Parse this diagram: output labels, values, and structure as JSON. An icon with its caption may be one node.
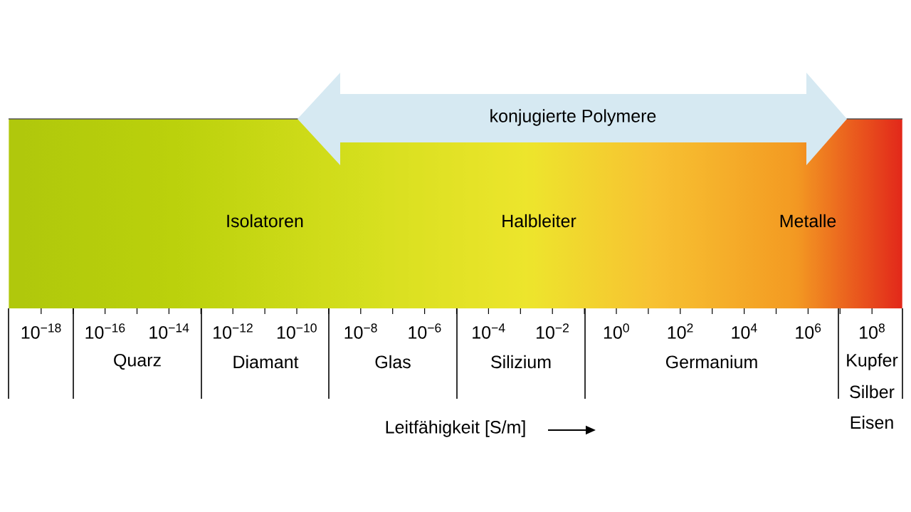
{
  "diagram": {
    "nodes": [
      {
        "text": [
          "Isolatoren",
          "Halbleiter",
          "Metalle"
        ]
      },
      {
        "text": [
          "konjugierte Polymere"
        ]
      }
    ],
    "labels": [
      "10$^{−18}$",
      "10$^{−16}$",
      "10$^{−14}$",
      "10$^{−12}$",
      "10$^{−10}$",
      "10$^{−8}$",
      "10$^{−6}$",
      "10$^{−4}$",
      "10$^{−2}$",
      "10$^{0}$",
      "10$^{2}$",
      "10$^{4}$",
      "10$^{6}$",
      "10$^{8}$",
      "Quarz",
      "Diamant",
      "Glas",
      "Silizium",
      "Germanium",
      "Kupfer",
      "Silber",
      "Leitfähigkeit [S/m]",
      "Eisen"
    ]
  }
}
